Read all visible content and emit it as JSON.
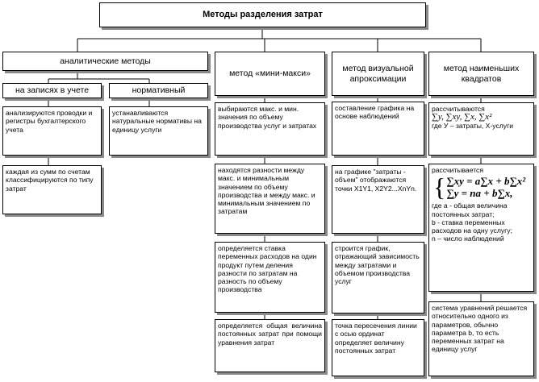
{
  "title": "Методы разделения затрат",
  "columns": {
    "analytic": {
      "header": "аналитические методы",
      "sub_records": "на записях в учете",
      "sub_normative": "нормативный",
      "records_box1": "анализируются проводки и регистры бухгалтерского учета",
      "records_box2": "каждая из сумм по счетам классифицируются по типу затрат",
      "normative_box1": "устанавливаются натуральные нормативы на единицу услуги"
    },
    "minimax": {
      "header": "метод «мини-макси»",
      "box1": "выбираются макс. и мин. значения по объему производства услуг и затратах",
      "box2": "находятся разности между макс. и минимальным значением по объему производства и между макс. и минимальным значением по затратам",
      "box3": "определяется ставка переменных расходов на один продукт путем деления разности по затратам на разность по объему производства",
      "box4": "определяется общая величина постоянных затрат при помощи уравнения затрат"
    },
    "visual": {
      "header": "метод визуальной апроксимации",
      "box1": "составление графика на основе наблюдений",
      "box2": "на графике \"затраты - объем\" отображаются точки X1Y1, X2Y2...XnYn.",
      "box3": "строится график, отражающий зависимость между затратами и объемом производства услуг",
      "box4": "точка пересечения линии с осью ординат определяет величину постоянных затрат"
    },
    "lsq": {
      "header": "метод наименьших квадратов",
      "box1_prefix": "рассчитываются",
      "box1_formula": "∑y, ∑xy, ∑x, ∑x²",
      "box1_suffix": "где У – затраты, Х-услуги",
      "box2_prefix": "рассчитывается",
      "eq1": "∑xy = a∑x + b∑x²",
      "eq2": "∑y = na + b∑x,",
      "box2_line_a": "где а - общая величина постоянных затрат;",
      "box2_line_b": "b - ставка переменных расходов на одну услугу;",
      "box2_line_n": "n – число наблюдений",
      "box3": "система уравнений решается относительно одного из параметров, обычно параметра b, то есть переменных затрат на единицу услуг"
    }
  }
}
